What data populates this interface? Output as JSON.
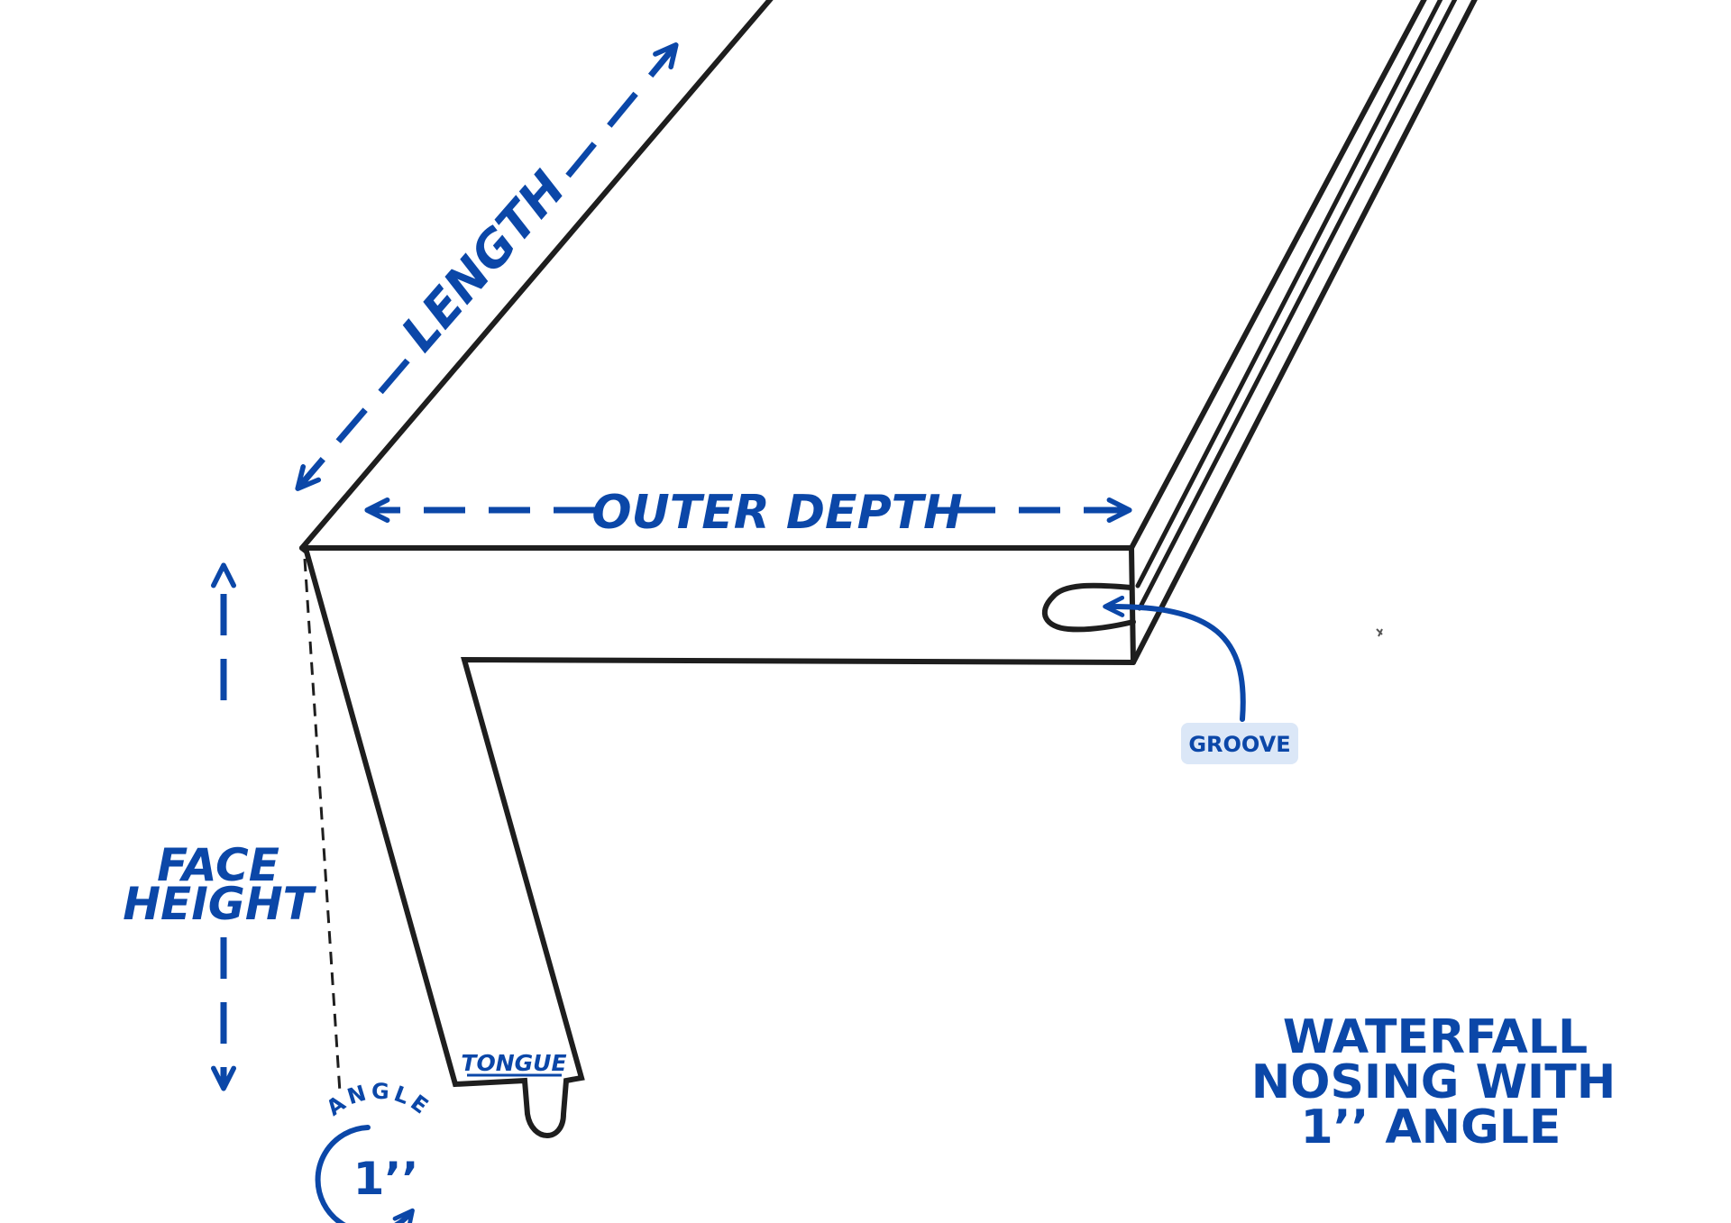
{
  "labels": {
    "length": "LENGTH",
    "outer_depth": "OUTER DEPTH",
    "face_height_line1": "FACE",
    "face_height_line2": "HEIGHT",
    "groove": "GROOVE",
    "tongue": "TONGUE",
    "angle_word": "ANGLE",
    "angle_value": "1’’"
  },
  "title": {
    "line1": "WATERFALL",
    "line2": "NOSING WITH",
    "line3": "1’’ ANGLE"
  },
  "colors": {
    "accent": "#0b47a8",
    "outline": "#1e1e1e",
    "groove_badge": "#dbe7f7",
    "background": "#ffffff"
  }
}
